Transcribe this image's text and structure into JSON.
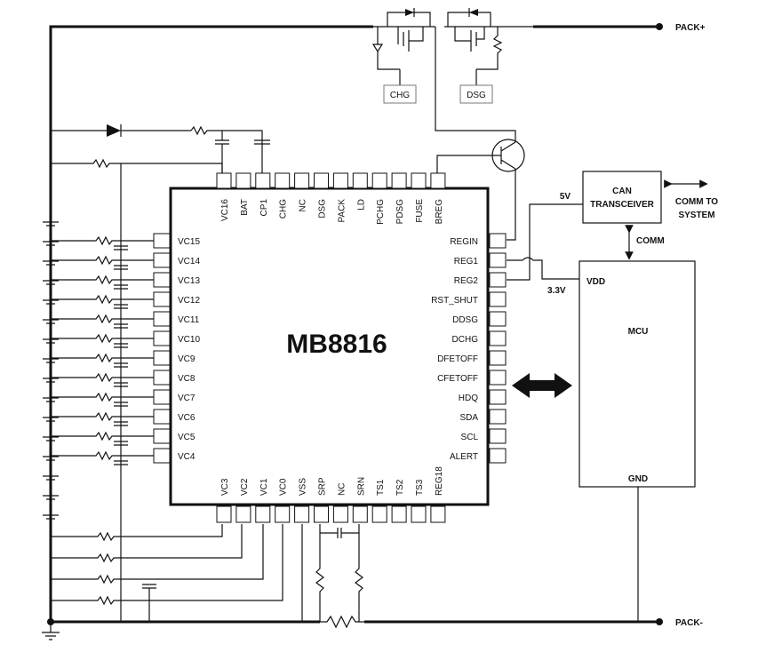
{
  "chip": {
    "name": "MB8816",
    "top_pins": [
      "VC16",
      "BAT",
      "CP1",
      "CHG",
      "NC",
      "DSG",
      "PACK",
      "LD",
      "PCHG",
      "PDSG",
      "FUSE",
      "BREG"
    ],
    "left_pins": [
      "VC15",
      "VC14",
      "VC13",
      "VC12",
      "VC11",
      "VC10",
      "VC9",
      "VC8",
      "VC7",
      "VC6",
      "VC5",
      "VC4"
    ],
    "right_pins": [
      "REGIN",
      "REG1",
      "REG2",
      "RST_SHUT",
      "DDSG",
      "DCHG",
      "DFETOFF",
      "CFETOFF",
      "HDQ",
      "SDA",
      "SCL",
      "ALERT"
    ],
    "bottom_pins": [
      "VC3",
      "VC2",
      "VC1",
      "VC0",
      "VSS",
      "SRP",
      "NC",
      "SRN",
      "TS1",
      "TS2",
      "TS3",
      "REG18"
    ]
  },
  "fets": {
    "chg_label": "CHG",
    "dsg_label": "DSG"
  },
  "terminals": {
    "pack_plus": "PACK+",
    "pack_minus": "PACK-"
  },
  "can": {
    "line1": "CAN",
    "line2": "TRANSCEIVER",
    "comm_to_line1": "COMM TO",
    "comm_to_line2": "SYSTEM",
    "comm": "COMM",
    "v5": "5V"
  },
  "mcu": {
    "name": "MCU",
    "vdd": "VDD",
    "gnd": "GND",
    "v33": "3.3V"
  }
}
